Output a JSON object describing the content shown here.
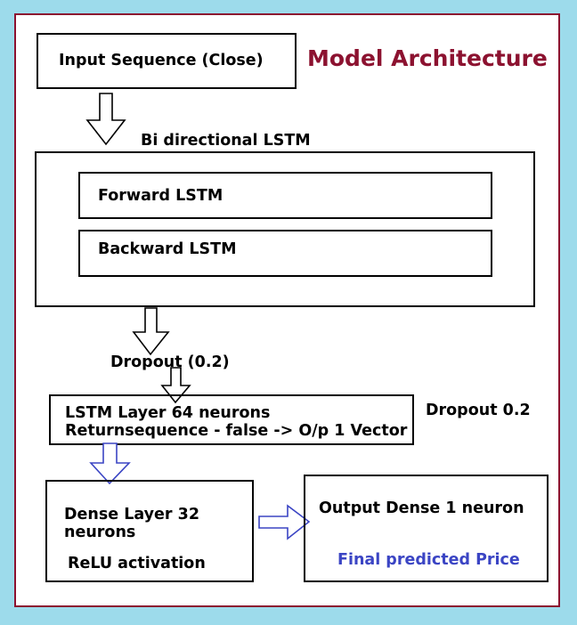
{
  "slide": {
    "title": "Model Architecture",
    "panel_background": "#ffffff",
    "panel_border_color": "#8c1230",
    "canvas_background": "#9ddbeb",
    "title_color": "#8c1230"
  },
  "nodes": {
    "input": {
      "label": "Input Sequence (Close)",
      "border_color": "#000000"
    },
    "bilstm_group": {
      "caption": "Bi directional LSTM",
      "border_color": "#000000",
      "children": [
        {
          "label": "Forward LSTM"
        },
        {
          "label": "Backward LSTM"
        }
      ]
    },
    "dropout_mid": {
      "label": "Dropout (0.2)"
    },
    "lstm64": {
      "line1": "LSTM Layer 64 neurons",
      "line2": "Returnsequence - false -> O/p 1 Vector",
      "border_color": "#000000"
    },
    "dropout_right": {
      "label": "Dropout 0.2"
    },
    "dense32": {
      "line1": "Dense Layer 32",
      "line2": "neurons",
      "line3": "ReLU activation",
      "border_color": "#000000"
    },
    "output": {
      "label": "Output Dense 1 neuron",
      "subtitle": "Final predicted Price",
      "subtitle_color": "#3b45c4",
      "border_color": "#000000"
    }
  },
  "arrows": [
    {
      "name": "input-to-bilstm",
      "direction": "down",
      "color": "#000000"
    },
    {
      "name": "bilstm-to-dropout",
      "direction": "down",
      "color": "#000000"
    },
    {
      "name": "dropout-to-lstm64",
      "direction": "down",
      "color": "#000000"
    },
    {
      "name": "lstm64-to-dense32",
      "direction": "down",
      "color": "#3b45c4"
    },
    {
      "name": "dense32-to-output",
      "direction": "right",
      "color": "#3b45c4"
    }
  ]
}
